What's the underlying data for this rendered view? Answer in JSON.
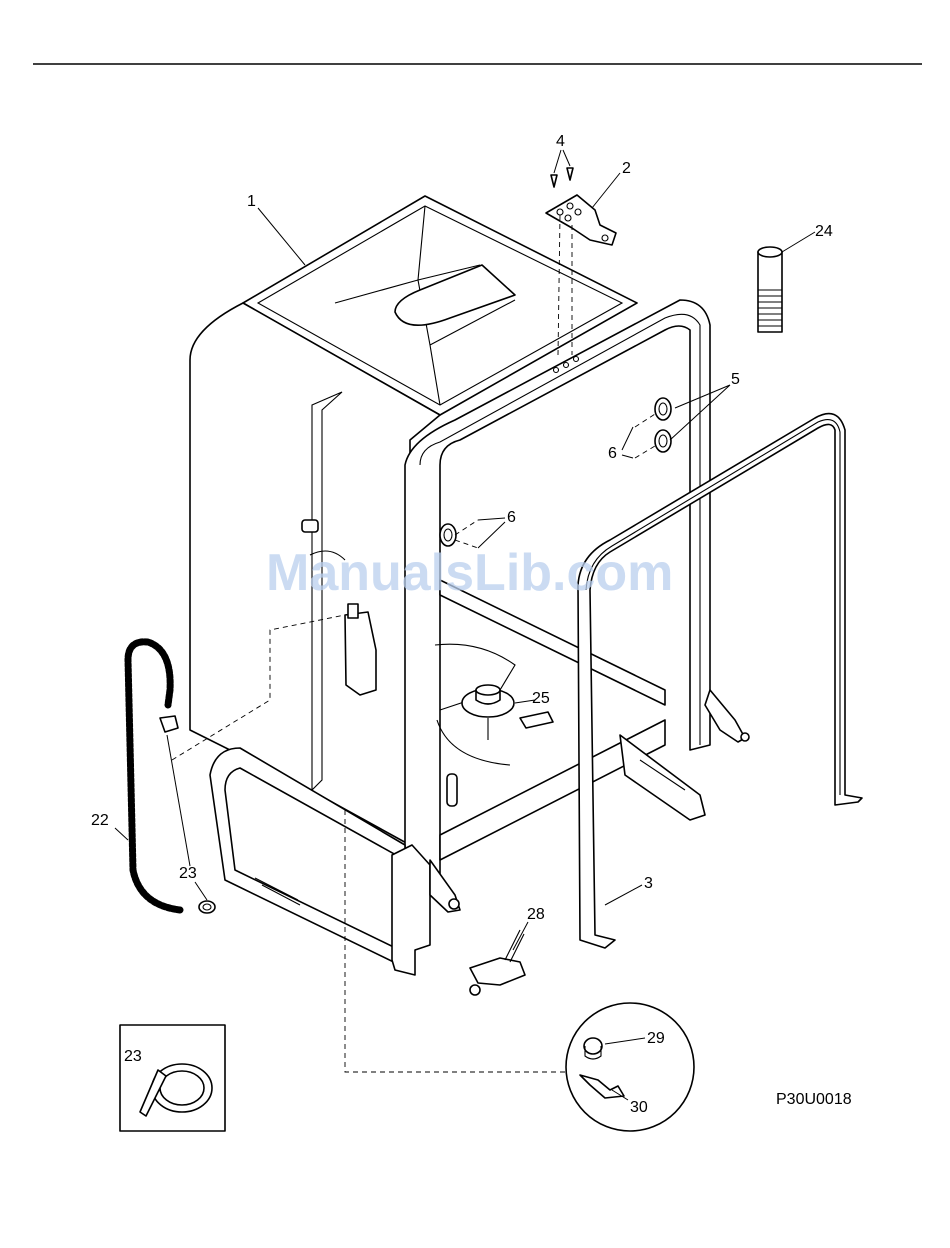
{
  "diagram_code": "P30U0018",
  "watermark": "ManualsLib.com",
  "callouts": {
    "c1": "1",
    "c2": "2",
    "c3": "3",
    "c4": "4",
    "c5": "5",
    "c6a": "6",
    "c6b": "6",
    "c22": "22",
    "c23a": "23",
    "c23b": "23",
    "c24": "24",
    "c25": "25",
    "c28": "28",
    "c29": "29",
    "c30": "30"
  }
}
